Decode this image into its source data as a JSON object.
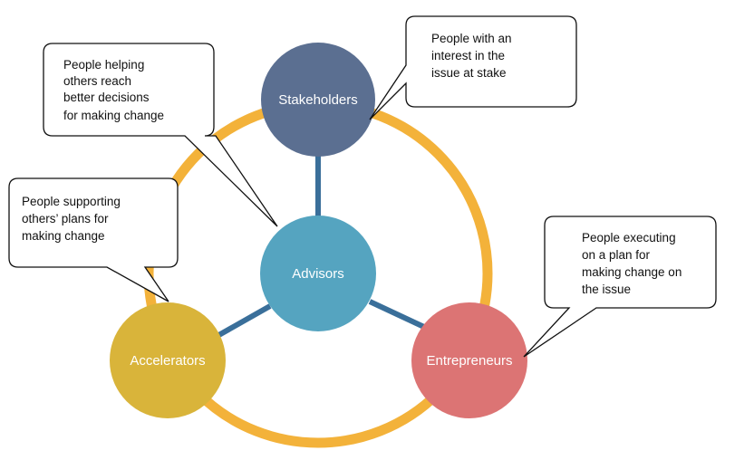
{
  "colors": {
    "ring": "#f3b23a",
    "spoke": "#3a6f9a",
    "stakeholders": "#5b6f91",
    "advisors": "#55a4c0",
    "accelerators": "#d9b43a",
    "entrepreneurs": "#dc7474"
  },
  "nodes": {
    "stakeholders": "Stakeholders",
    "advisors": "Advisors",
    "accelerators": "Accelerators",
    "entrepreneurs": "Entrepreneurs"
  },
  "callouts": {
    "advisors": [
      "People helping",
      "others reach",
      "better decisions",
      "for making change"
    ],
    "stakeholders": [
      "People with an",
      "interest in the",
      "issue at stake"
    ],
    "accelerators": [
      "People supporting",
      "others’ plans for",
      "making change"
    ],
    "entrepreneurs": [
      "People executing",
      "on a plan for",
      "making change on",
      "the issue"
    ]
  }
}
